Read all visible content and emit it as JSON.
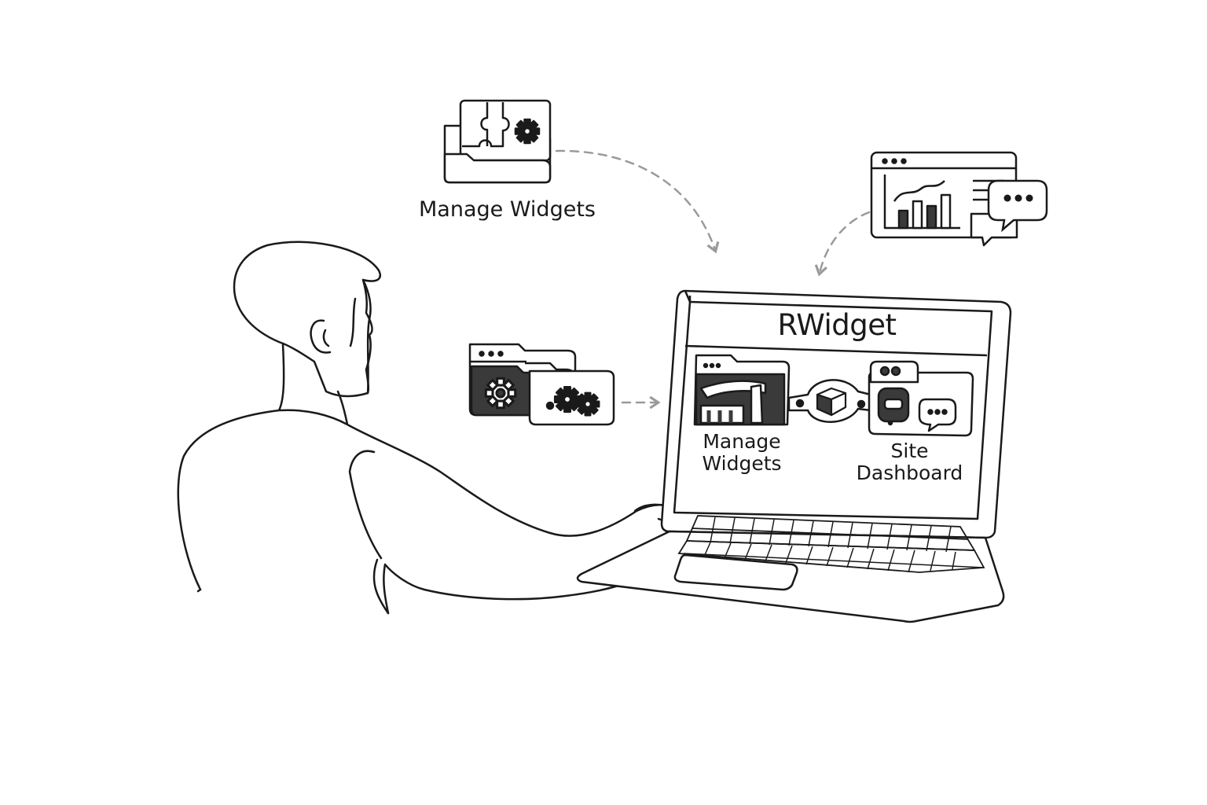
{
  "labels": {
    "top_manage_widgets": "Manage Widgets",
    "screen_title": "RWidget",
    "screen_manage_line1": "Manage",
    "screen_manage_line2": "Widgets",
    "screen_site_line1": "Site",
    "screen_site_line2": "Dashboard"
  },
  "icons": [
    "puzzle-folder-gear-icon",
    "analytics-window-chat-icon",
    "gear-folders-icon",
    "chat-bubble-icon",
    "cube-icon"
  ],
  "colors": {
    "ink": "#1a1a1a",
    "arrow": "#9a9a9a",
    "dark_fill": "#3a3a3a",
    "paper": "#ffffff"
  }
}
